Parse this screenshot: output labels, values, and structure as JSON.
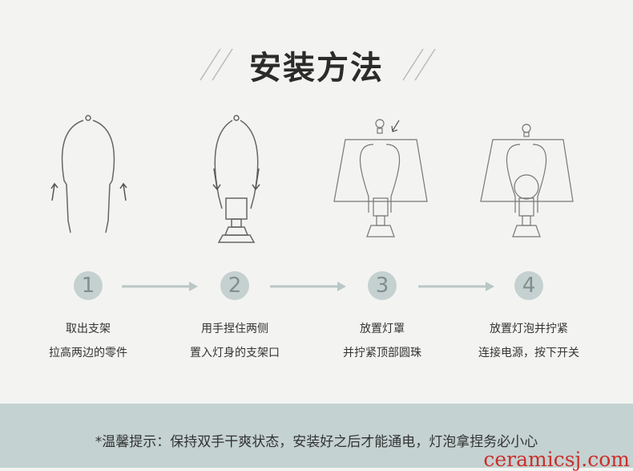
{
  "title": "安装方法",
  "steps": [
    {
      "number": "1",
      "line1": "取出支架",
      "line2": "拉高两边的零件"
    },
    {
      "number": "2",
      "line1": "用手捏住两侧",
      "line2": "置入灯身的支架口"
    },
    {
      "number": "3",
      "line1": "放置灯罩",
      "line2": "并拧紧顶部圆珠"
    },
    {
      "number": "4",
      "line1": "放置灯泡并拧紧",
      "line2": "连接电源，按下开关"
    }
  ],
  "footer": {
    "tip": "*温馨提示：保持双手干爽状态，安装好之后才能通电，灯泡拿捏务必小心"
  },
  "watermark": "ceramicsj.com",
  "colors": {
    "background": "#f3f4f1",
    "footer": "#c4d2d1",
    "circle": "#c5d1d0",
    "watermark": "#c9302c"
  }
}
